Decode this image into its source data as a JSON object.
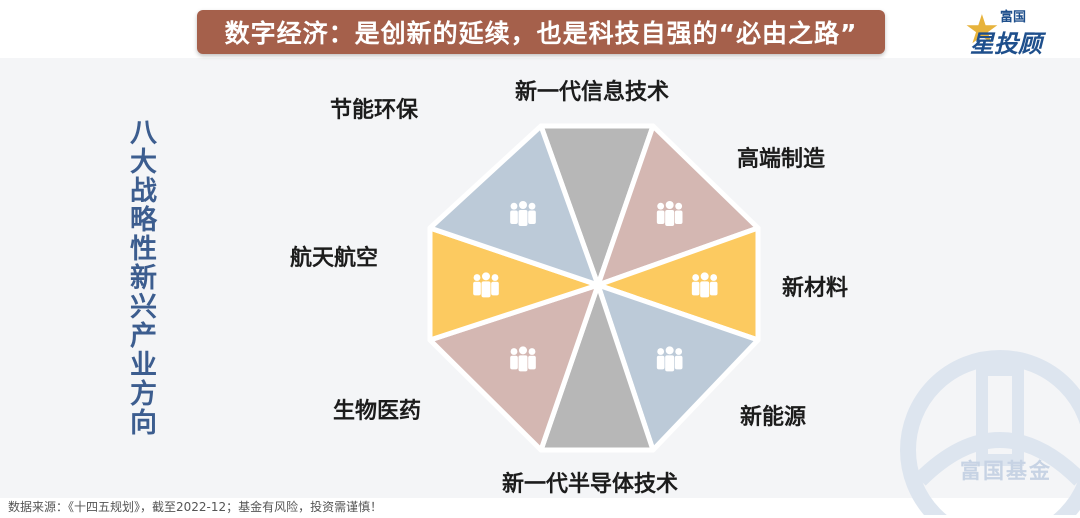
{
  "title": "数字经济：是创新的延续，也是科技自强的“必由之路”",
  "logo": {
    "top_text": "富国",
    "main_text": "星投顾"
  },
  "side_title": "八大战略性新兴产业方向",
  "sectors": [
    {
      "label": "新一代信息技术",
      "color": "#b7b7b7"
    },
    {
      "label": "高端制造",
      "color": "#d4b7b2"
    },
    {
      "label": "新材料",
      "color": "#fcca60"
    },
    {
      "label": "新能源",
      "color": "#bccad8"
    },
    {
      "label": "新一代半导体技术",
      "color": "#b7b7b7"
    },
    {
      "label": "生物医药",
      "color": "#d4b7b2"
    },
    {
      "label": "航天航空",
      "color": "#fcca60"
    },
    {
      "label": "节能环保",
      "color": "#bccad8"
    }
  ],
  "icon_name": "people-group-icon",
  "watermark_text": "富国基金",
  "source_note": "数据来源：《十四五规划》，截至2022-12；基金有风险，投资需谨慎！"
}
